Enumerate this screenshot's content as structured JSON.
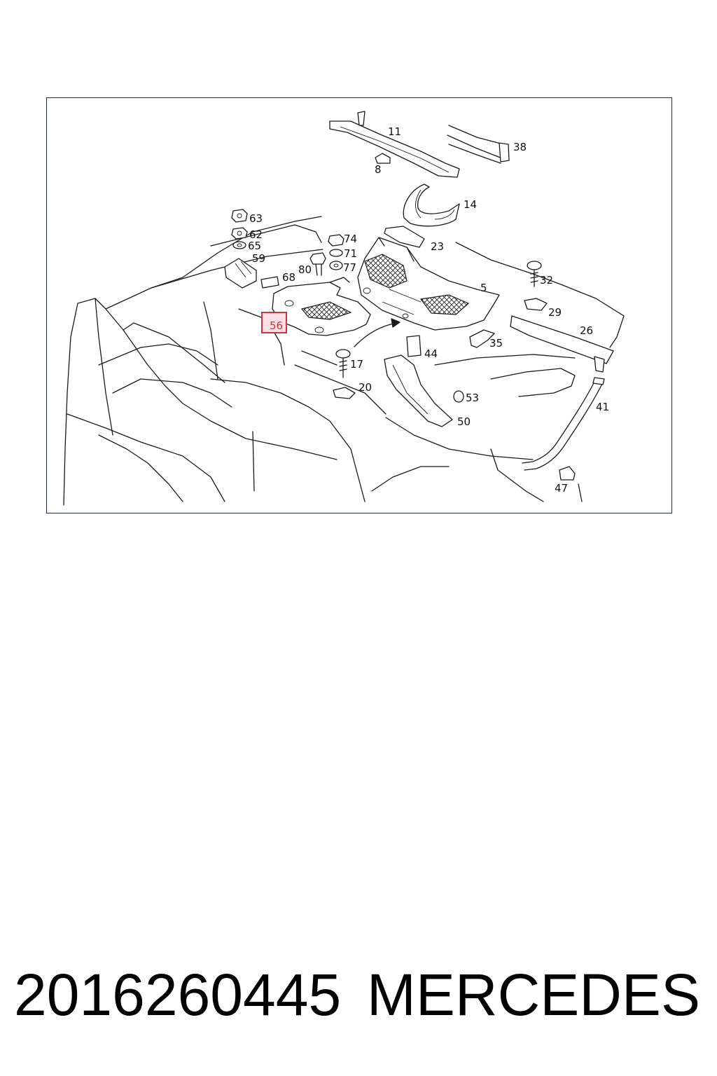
{
  "diagram": {
    "callouts": [
      {
        "id": "11",
        "label": "11"
      },
      {
        "id": "38",
        "label": "38"
      },
      {
        "id": "8",
        "label": "8"
      },
      {
        "id": "14",
        "label": "14"
      },
      {
        "id": "63",
        "label": "63"
      },
      {
        "id": "62",
        "label": "62"
      },
      {
        "id": "65",
        "label": "65"
      },
      {
        "id": "59",
        "label": "59"
      },
      {
        "id": "74",
        "label": "74"
      },
      {
        "id": "71",
        "label": "71"
      },
      {
        "id": "77",
        "label": "77"
      },
      {
        "id": "80",
        "label": "80"
      },
      {
        "id": "68",
        "label": "68"
      },
      {
        "id": "23",
        "label": "23"
      },
      {
        "id": "32",
        "label": "32"
      },
      {
        "id": "5",
        "label": "5"
      },
      {
        "id": "29",
        "label": "29"
      },
      {
        "id": "26",
        "label": "26"
      },
      {
        "id": "35",
        "label": "35"
      },
      {
        "id": "44",
        "label": "44"
      },
      {
        "id": "17",
        "label": "17"
      },
      {
        "id": "20",
        "label": "20"
      },
      {
        "id": "53",
        "label": "53"
      },
      {
        "id": "41",
        "label": "41"
      },
      {
        "id": "50",
        "label": "50"
      },
      {
        "id": "47",
        "label": "47"
      }
    ],
    "highlighted": {
      "label": "56",
      "highlight_color": "#d0343f",
      "fill_color": "#fde0e6"
    }
  },
  "footer": {
    "part_number": "2016260445",
    "brand": "MERCEDES"
  }
}
